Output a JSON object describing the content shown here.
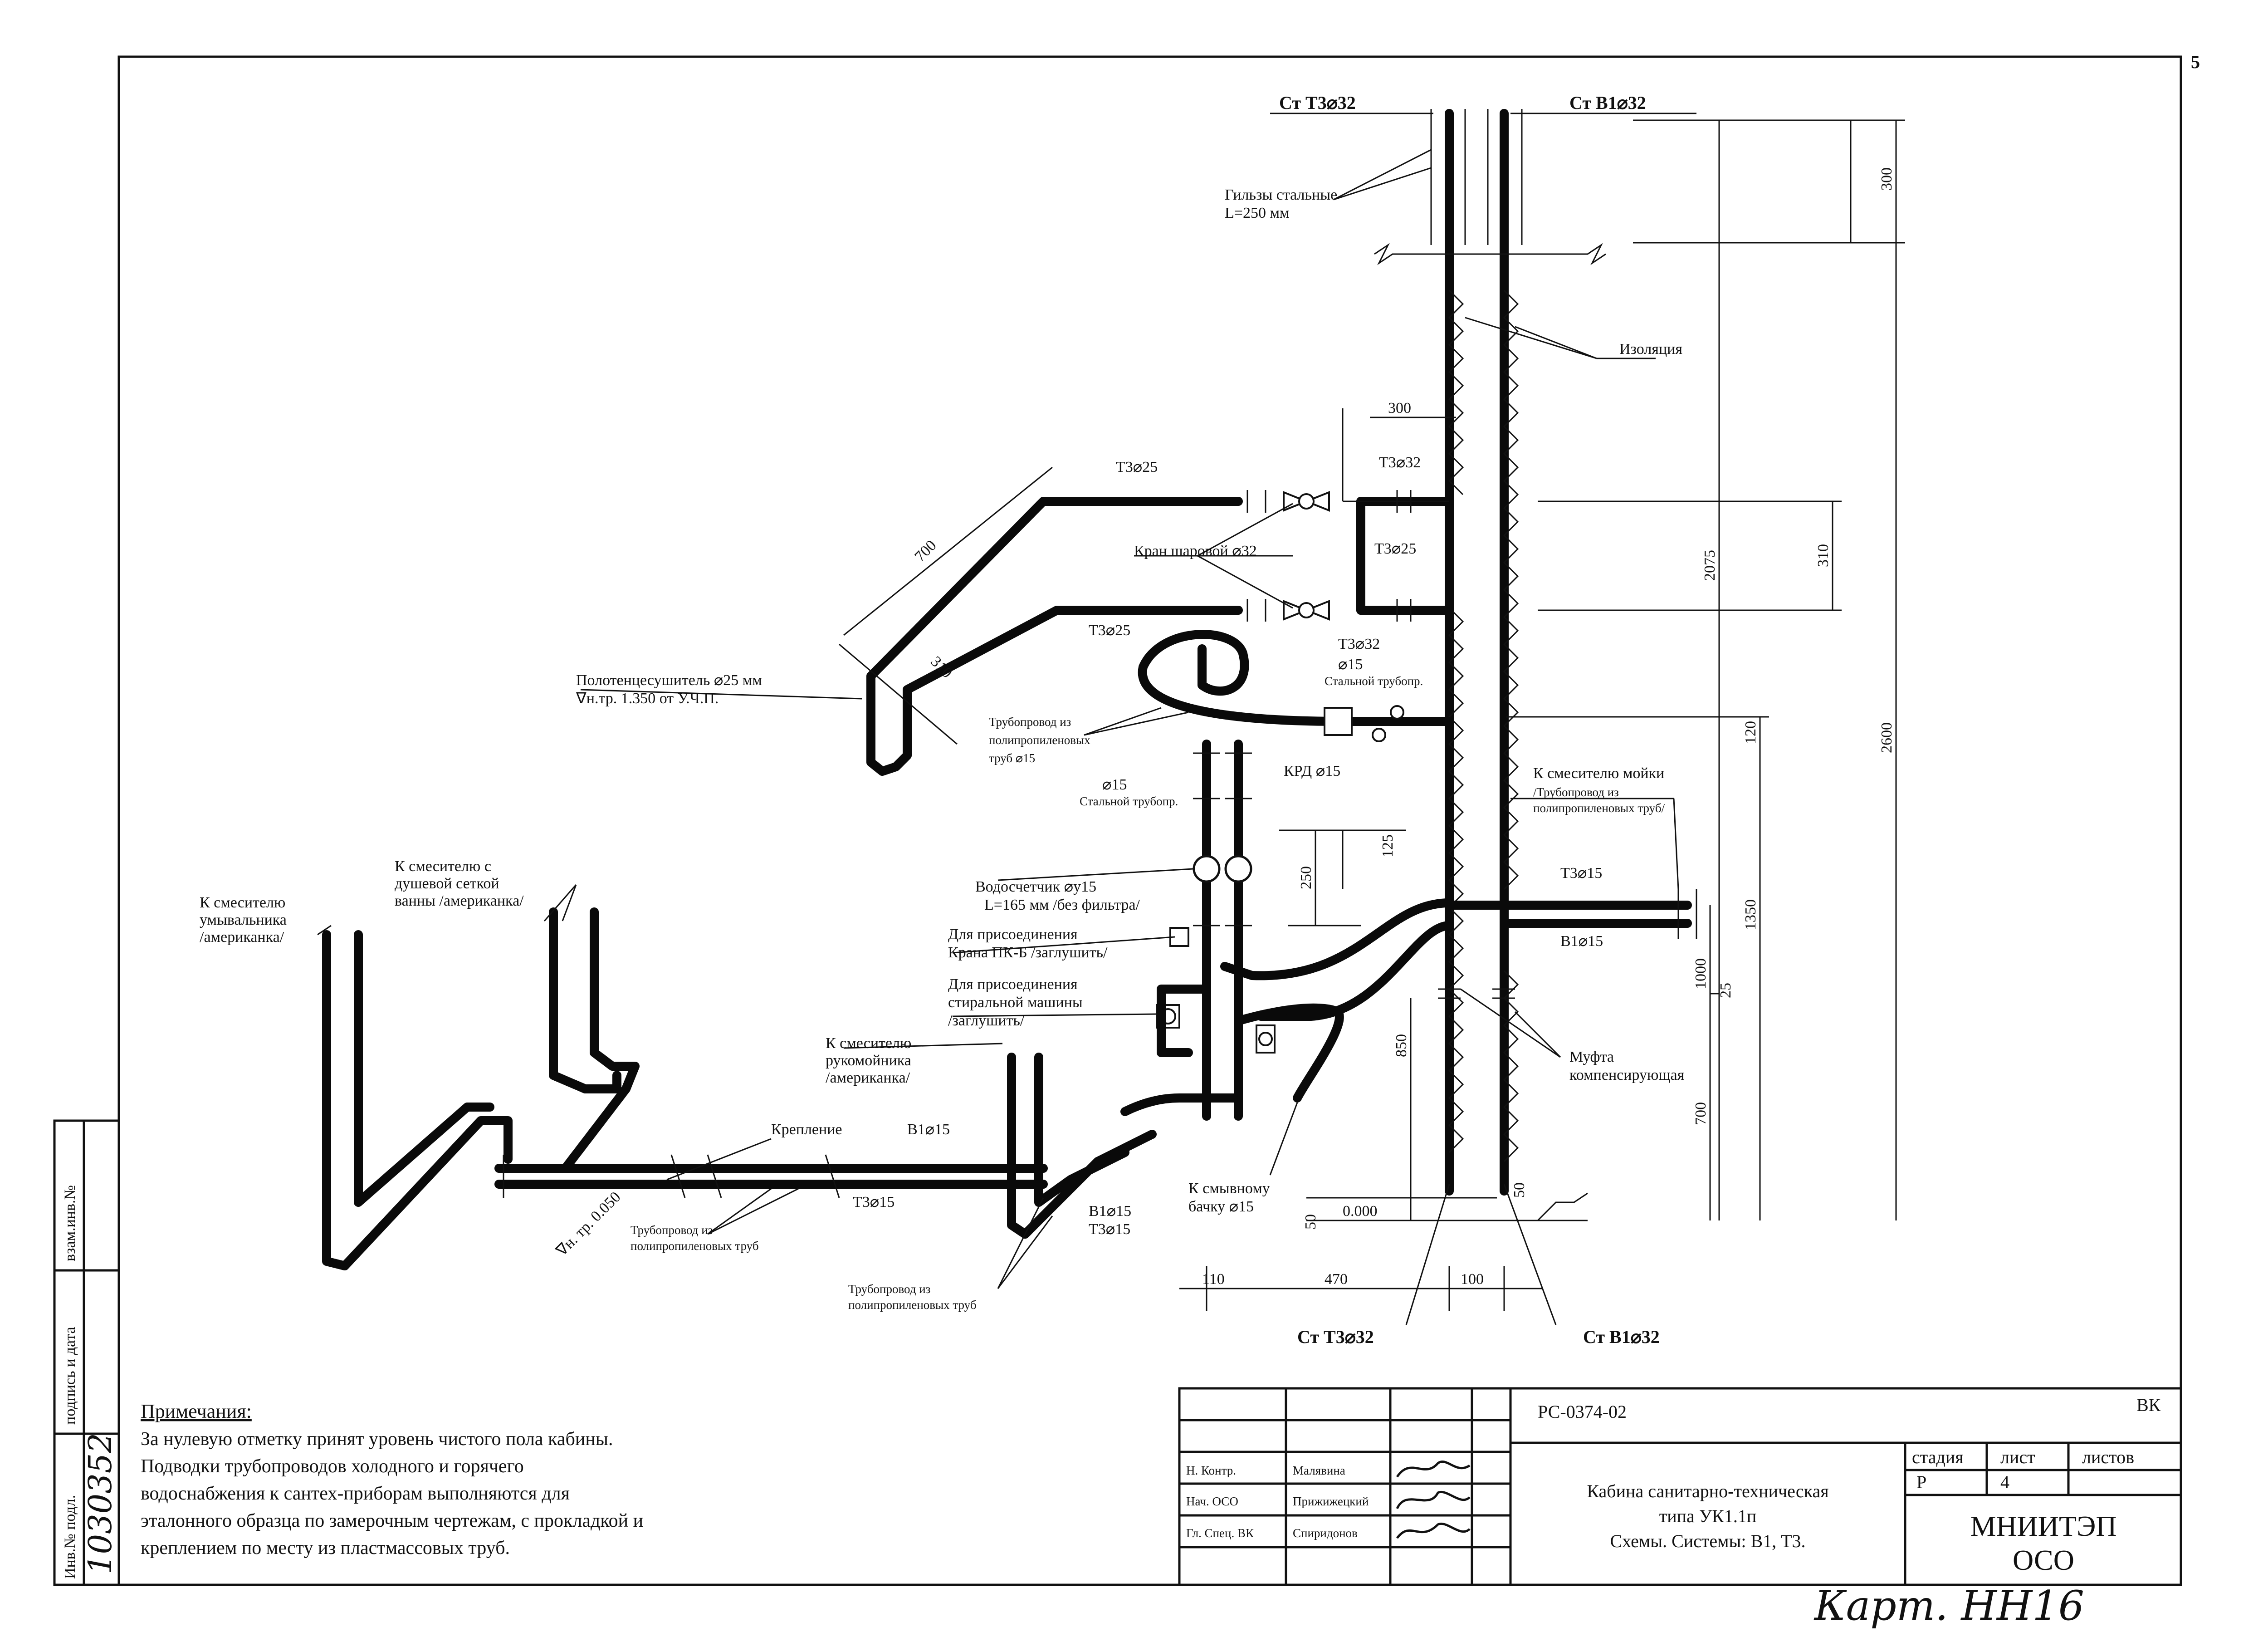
{
  "page_number": "5",
  "risers": {
    "t3_top": "Ст Т3⌀32",
    "b1_top": "Ст В1⌀32",
    "t3_bottom": "Ст Т3⌀32",
    "b1_bottom": "Ст В1⌀32"
  },
  "labels": {
    "sleeves_line1": "Гильзы стальные",
    "sleeves_line2": "L=250 мм",
    "insulation": "Изоляция",
    "t3_25_upper": "Т3⌀25",
    "t3_25_lower": "Т3⌀25",
    "t3_25_vertical": "Т3⌀25",
    "t3_32_upper": "Т3⌀32",
    "t3_32_lower": "Т3⌀32",
    "ball_valve": "Кран шаровой ⌀32",
    "towel_dryer_line1": "Полотенцесушитель ⌀25 мм",
    "towel_dryer_line2": "∇н.тр. 1.350 от У.Ч.П.",
    "steel_pipe_d15_a": "⌀15",
    "steel_pipe_a": "Стальной трубопр.",
    "pp_pipe_line1": "Трубопровод из",
    "pp_pipe_line2": "полипропиленовых",
    "pp_pipe_line3": "труб ⌀15",
    "krd": "КРД ⌀15",
    "steel_pipe_d15_b": "⌀15",
    "steel_pipe_b": "Стальной трубопр.",
    "sink_mixer_line1": "К смесителю мойки",
    "sink_mixer_line2": "/Трубопровод из",
    "sink_mixer_line3": "полипропиленовых труб/",
    "t3_15_right": "Т3⌀15",
    "b1_15_right": "В1⌀15",
    "water_meter_line1": "Водосчетчик ⌀у15",
    "water_meter_line2": "L=165 мм /без фильтра/",
    "pkb_line1": "Для присоединения",
    "pkb_line2": "Крана ПК-Б /заглушить/",
    "washer_line1": "Для присоединения",
    "washer_line2": "стиральной машины",
    "washer_line3": "/заглушить/",
    "shower_line1": "К смесителю с",
    "shower_line2": "душевой сеткой",
    "shower_line3": "ванны /американка/",
    "basin_line1": "К смесителю",
    "basin_line2": "умывальника",
    "basin_line3": "/американка/",
    "handbasin_line1": "К смесителю",
    "handbasin_line2": "рукомойника",
    "handbasin_line3": "/американка/",
    "fastening": "Крепление",
    "b1_15_mid": "В1⌀15",
    "t3_15_mid": "Т3⌀15",
    "level_mark": "∇н. тр. 0.050",
    "pp_pipes_a_line1": "Трубопровод из",
    "pp_pipes_a_line2": "полипропиленовых труб",
    "b1_15_low": "В1⌀15",
    "t3_15_low": "Т3⌀15",
    "pp_pipes_b_line1": "Трубопровод из",
    "pp_pipes_b_line2": "полипропиленовых труб",
    "tank_line1": "К смывному",
    "tank_line2": "бачку ⌀15",
    "coupling_line1": "Муфта",
    "coupling_line2": "компенсирующая",
    "zero": "0.000"
  },
  "dimensions": {
    "d300_top": "300",
    "d300_h": "300",
    "d700": "700",
    "d310_diag": "310",
    "d310": "310",
    "d2075": "2075",
    "d2600": "2600",
    "d120": "120",
    "d1350": "1350",
    "d1000": "1000",
    "d25": "25",
    "d700_low": "700",
    "d850": "850",
    "d250": "250",
    "d125": "125",
    "d50_a": "50",
    "d50_b": "50",
    "d110": "110",
    "d470": "470",
    "d100": "100"
  },
  "notes": {
    "heading": "Примечания:",
    "line1": "За нулевую отметку принят уровень чистого пола кабины.",
    "line2": "Подводки трубопроводов холодного и горячего",
    "line3": "водоснабжения к сантех-приборам выполняются для",
    "line4": "эталонного образца по замерочным чертежам, с прокладкой и",
    "line5": "креплением по месту из пластмассовых труб."
  },
  "side_stamp": {
    "inv_podl": "Инв.№ подл.",
    "podpis": "подпись и дата",
    "vzam": "взам.инв.№",
    "inv_number": "1030352"
  },
  "title_block": {
    "doc_code": "РС-0374-02",
    "section": "ВК",
    "roles": [
      "Н. Контр.",
      "Нач. ОСО",
      "Гл. Спец. ВК"
    ],
    "names": [
      "Малявина",
      "Прижижецкий",
      "Спиридонов"
    ],
    "title_line1": "Кабина санитарно-техническая",
    "title_line2": "типа УК1.1п",
    "title_line3": "Схемы. Системы: В1, Т3.",
    "stage_h": "стадия",
    "sheet_h": "лист",
    "sheets_h": "листов",
    "stage": "Р",
    "sheet": "4",
    "sheets": "",
    "org_line1": "МНИИТЭП",
    "org_line2": "ОСО"
  },
  "handwritten": "Карт. НН16"
}
